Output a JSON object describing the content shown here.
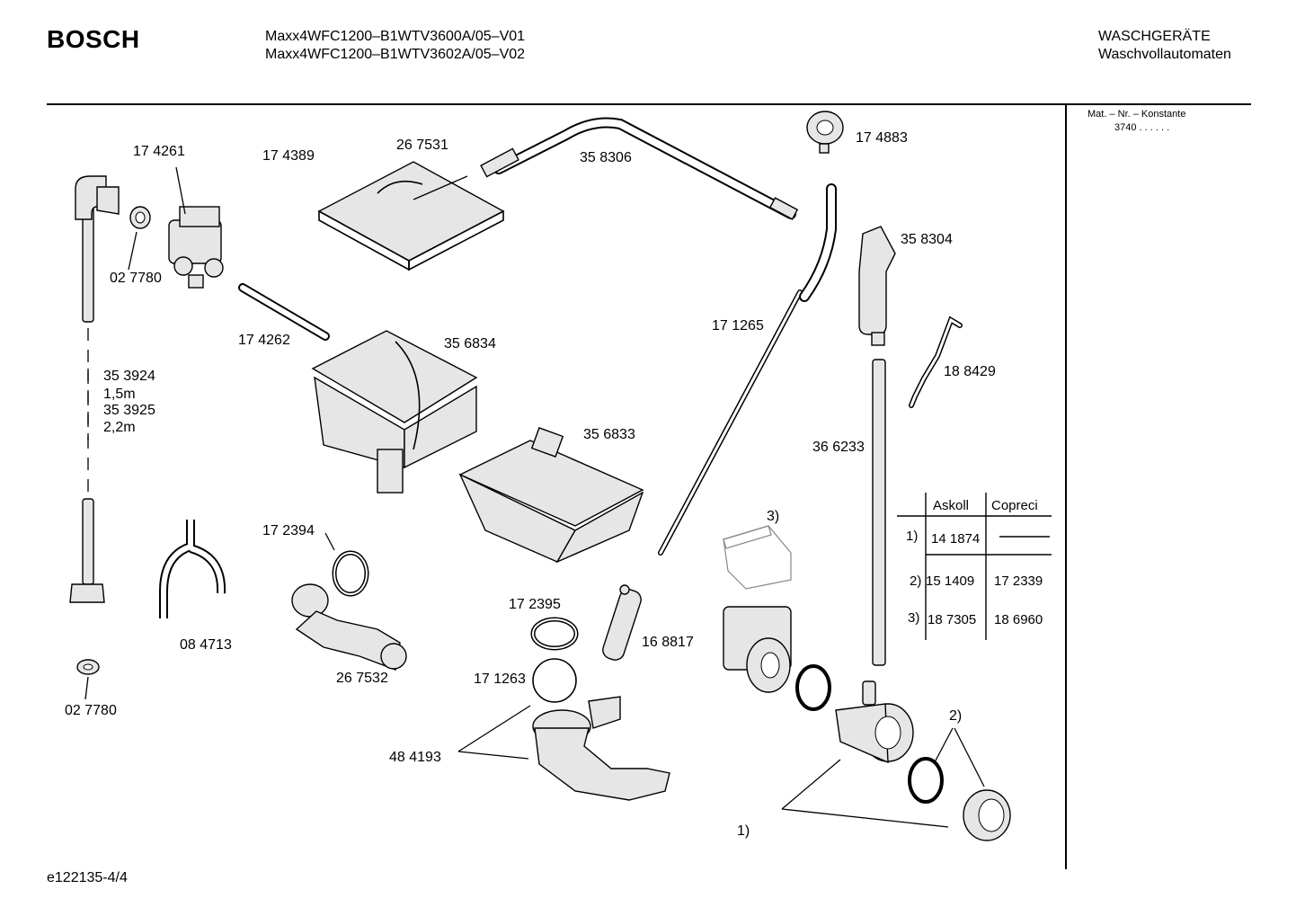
{
  "header": {
    "brand": "BOSCH",
    "model_line_1": "Maxx4WFC1200–B1WTV3600A/05–V01",
    "model_line_2": "Maxx4WFC1200–B1WTV3602A/05–V02",
    "category": "WASCHGERÄTE",
    "subcategory": "Waschvollautomaten"
  },
  "side_panel": {
    "title": "Mat. – Nr. – Konstante",
    "value": "3740 . . . . . ."
  },
  "part_labels": {
    "p174261": "17 4261",
    "p174389": "17 4389",
    "p267531": "26 7531",
    "p358306": "35 8306",
    "p174883": "17 4883",
    "p027780a": "02 7780",
    "p174262": "17 4262",
    "p356834": "35 6834",
    "p358304": "35 8304",
    "p171265": "17 1265",
    "p188429": "18 8429",
    "p353924": "35 3924",
    "len1": "1,5m",
    "p353925": "35 3925",
    "len2": "2,2m",
    "p356833": "35 6833",
    "p366233": "36 6233",
    "p172394": "17 2394",
    "note3": "3)",
    "p084713": "08 4713",
    "p172395": "17 2395",
    "p168817": "16 8817",
    "p267532": "26 7532",
    "p171263": "17 1263",
    "p027780b": "02 7780",
    "p484193": "48 4193",
    "note2": "2)",
    "note1": "1)"
  },
  "variant_table": {
    "headers": [
      "Askoll",
      "Copreci"
    ],
    "rows": [
      {
        "key": "1)",
        "askoll": "14 1874",
        "copreci": ""
      },
      {
        "key": "2)",
        "askoll": "15 1409",
        "copreci": "17 2339"
      },
      {
        "key": "3)",
        "askoll": "18 7305",
        "copreci": "18 6960"
      }
    ]
  },
  "footer": {
    "drawing_id": "e122135-4/4"
  }
}
